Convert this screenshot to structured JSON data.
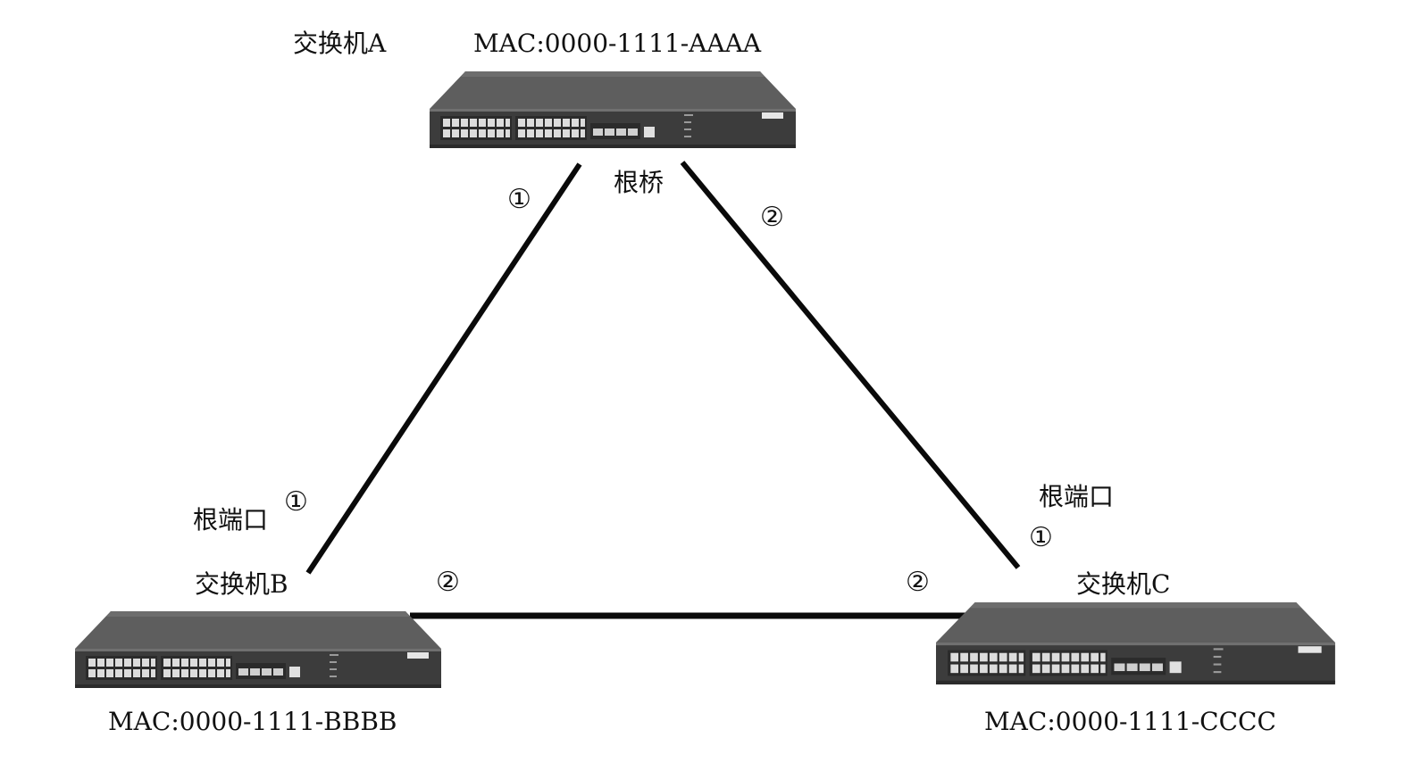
{
  "diagram": {
    "switches": [
      {
        "id": "A",
        "name": "交换机A",
        "mac": "MAC:0000-1111-AAAA",
        "role": "根桥"
      },
      {
        "id": "B",
        "name": "交换机B",
        "mac": "MAC:0000-1111-BBBB"
      },
      {
        "id": "C",
        "name": "交换机C",
        "mac": "MAC:0000-1111-CCCC"
      }
    ],
    "links": [
      {
        "from": "A",
        "to": "B",
        "from_port": "①",
        "to_port": "①",
        "to_port_role": "根端口"
      },
      {
        "from": "A",
        "to": "C",
        "from_port": "②",
        "to_port": "①",
        "to_port_role": "根端口"
      },
      {
        "from": "B",
        "to": "C",
        "from_port": "②",
        "to_port": "②"
      }
    ],
    "colors": {
      "line": "#0a0a0a",
      "switch_body": "#4a4a4a",
      "switch_top": "#5c5c5c",
      "switch_front": "#3a3a3a",
      "port": "#d8d8d8"
    }
  }
}
